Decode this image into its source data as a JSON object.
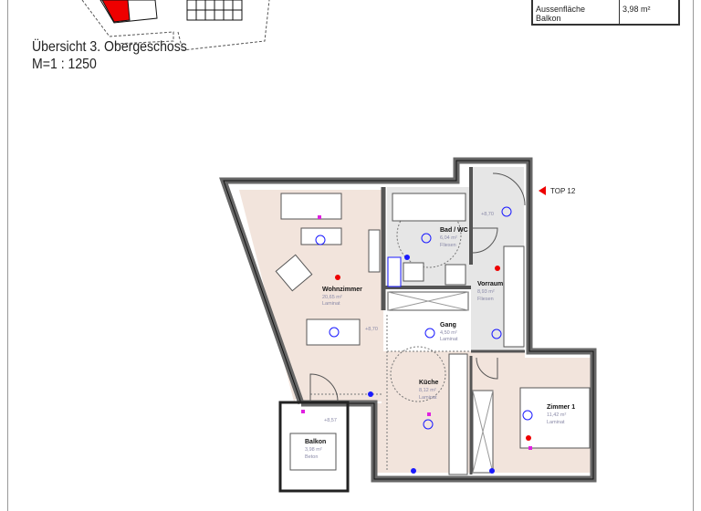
{
  "overview": {
    "title": "Übersicht 3. Obergeschoss",
    "scale": "M=1 : 1250"
  },
  "info_table": {
    "label_line1": "Aussenfläche",
    "label_line2": "Balkon",
    "value": "3,98 m²"
  },
  "unit_marker": "TOP 12",
  "rooms": [
    {
      "name": "Wohnzimmer",
      "area": "20,65 m²",
      "floor": "Laminat"
    },
    {
      "name": "Bad / WC",
      "area": "6,04 m²",
      "floor": "Fliesen"
    },
    {
      "name": "Vorraum",
      "area": "8,93 m²",
      "floor": "Fliesen"
    },
    {
      "name": "Gang",
      "area": "4,50 m²",
      "floor": "Laminat"
    },
    {
      "name": "Küche",
      "area": "8,12 m²",
      "floor": "Laminat"
    },
    {
      "name": "Zimmer 1",
      "area": "11,42 m²",
      "floor": "Laminat"
    },
    {
      "name": "Balkon",
      "area": "3,98 m²",
      "floor": "Beton"
    }
  ],
  "levels": {
    "main": "+8,70",
    "balcony": "+8,57"
  },
  "colors": {
    "floor_laminate": "#f2e4dc",
    "floor_tiles": "#e6e6e6",
    "wall": "#555555",
    "electrical": "#1a1aff",
    "highlight": "#ff0000"
  }
}
